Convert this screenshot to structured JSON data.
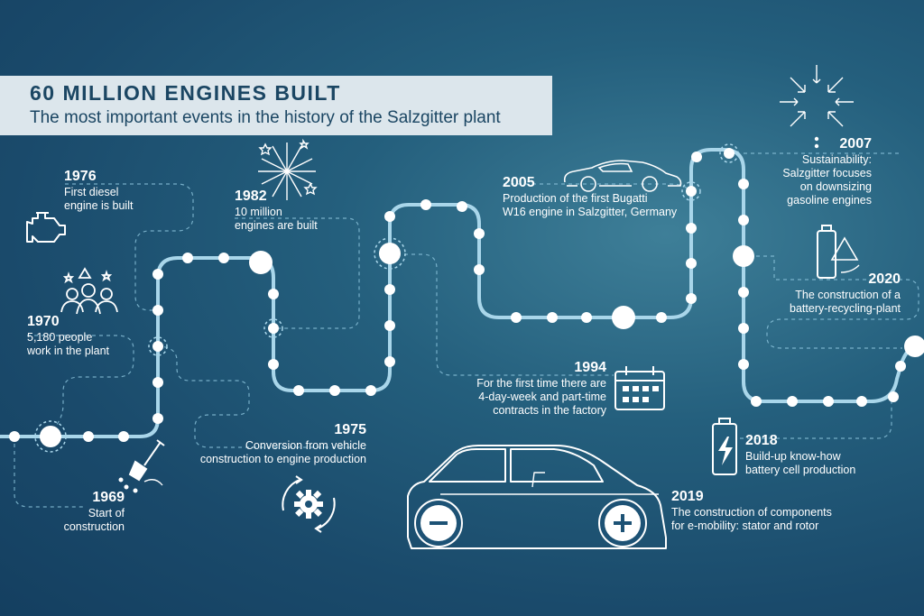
{
  "header": {
    "title": "60 MILLION ENGINES BUILT",
    "subtitle": "The most important events in the history of the Salzgitter plant"
  },
  "events": [
    {
      "year": "1976",
      "text": "First diesel\nengine is built"
    },
    {
      "year": "1982",
      "text": "10 million\nengines are built"
    },
    {
      "year": "1970",
      "text": "5,180 people\nwork in the plant"
    },
    {
      "year": "1975",
      "text": "Conversion from vehicle\nconstruction to engine production"
    },
    {
      "year": "1969",
      "text": "Start of\nconstruction"
    },
    {
      "year": "2005",
      "text": "Production of the first Bugatti\nW16 engine in Salzgitter, Germany"
    },
    {
      "year": "1994",
      "text": "For the first time there are\n4-day-week and part-time\ncontracts in the factory"
    },
    {
      "year": "2007",
      "text": "Sustainability:\nSalzgitter focuses\non downsizing\ngasoline engines"
    },
    {
      "year": "2020",
      "text": "The construction of a\nbattery-recycling-plant"
    },
    {
      "year": "2018",
      "text": "Build-up know-how\nbattery cell production"
    },
    {
      "year": "2019",
      "text": "The construction of components\nfor e-mobility: stator and rotor"
    }
  ],
  "icons": [
    "engine-icon",
    "fireworks-icon",
    "people-icon",
    "gear-cycle-icon",
    "shovel-icon",
    "sports-car-icon",
    "calendar-icon",
    "arrows-inward-icon",
    "battery-recycle-icon",
    "battery-charge-icon",
    "electric-car-icon"
  ],
  "colors": {
    "background": "#1d5275",
    "header_bg": "#dce6ec",
    "header_text": "#1b4663",
    "path": "#a9d6ea",
    "text": "#ffffff"
  }
}
